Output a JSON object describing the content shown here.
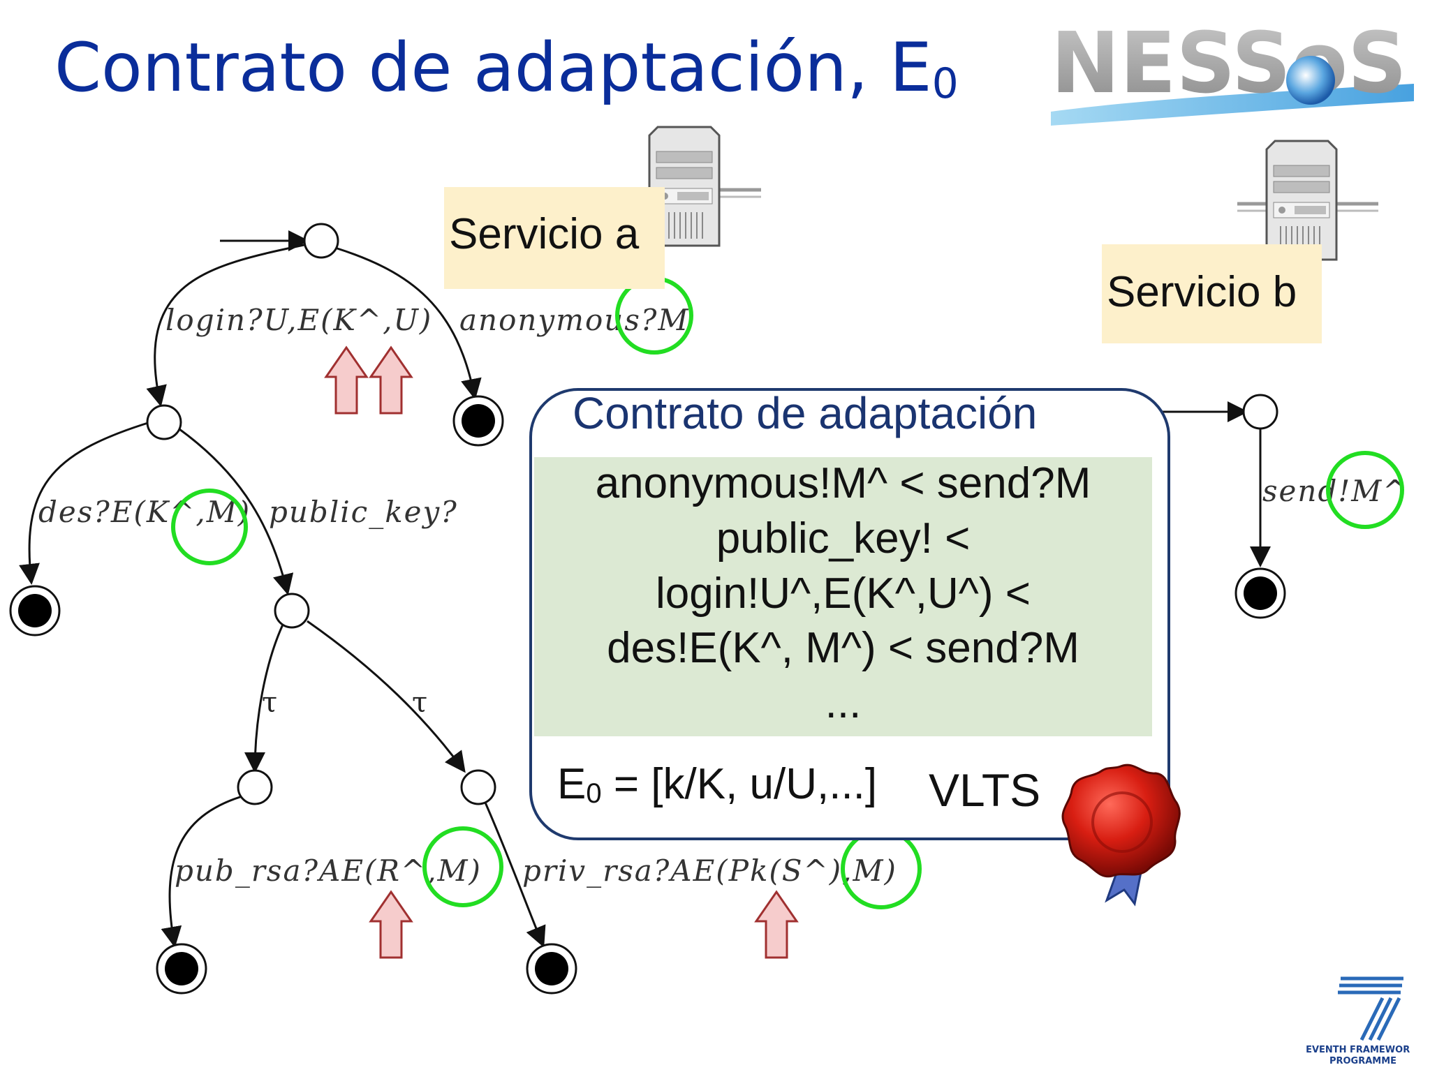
{
  "title": {
    "main": "Contrato de adaptación, E",
    "sub": "0"
  },
  "logo": {
    "text": "NESSoS"
  },
  "footer_logo": {
    "line1": "SEVENTH FRAMEWORK",
    "line2": "PROGRAMME"
  },
  "service_a": {
    "label": "Servicio a"
  },
  "service_b": {
    "label": "Servicio b"
  },
  "contract": {
    "title": "Contrato de adaptación",
    "rules": [
      "anonymous!M^ < send?M",
      "public_key! <",
      "login!U^,E(K^,U^) <",
      "des!E(K^, M^) < send?M",
      "..."
    ],
    "env_main": "E",
    "env_sub": "0",
    "env_rest": " = [k/K, u/U,...]",
    "vlts": "VLTS"
  },
  "tree_a_labels": {
    "login": "login?U,E(K^,U)",
    "anonymous": "anonymous?M",
    "des": "des?E(K^,M)",
    "public_key": "public_key?",
    "tau1": "τ",
    "tau2": "τ",
    "pub_rsa": "pub_rsa?AE(R^,M)",
    "priv_rsa": "priv_rsa?AE(Pk(S^),M)"
  },
  "tree_b_labels": {
    "send": "send!M^"
  },
  "colors": {
    "title": "#0a2d9a",
    "highlight_circle": "#22dd22",
    "arrow_fill": "#f6cccc",
    "arrow_stroke": "#a03030",
    "rules_bg": "#dce9d3",
    "service_bg": "#fdf0cb"
  }
}
